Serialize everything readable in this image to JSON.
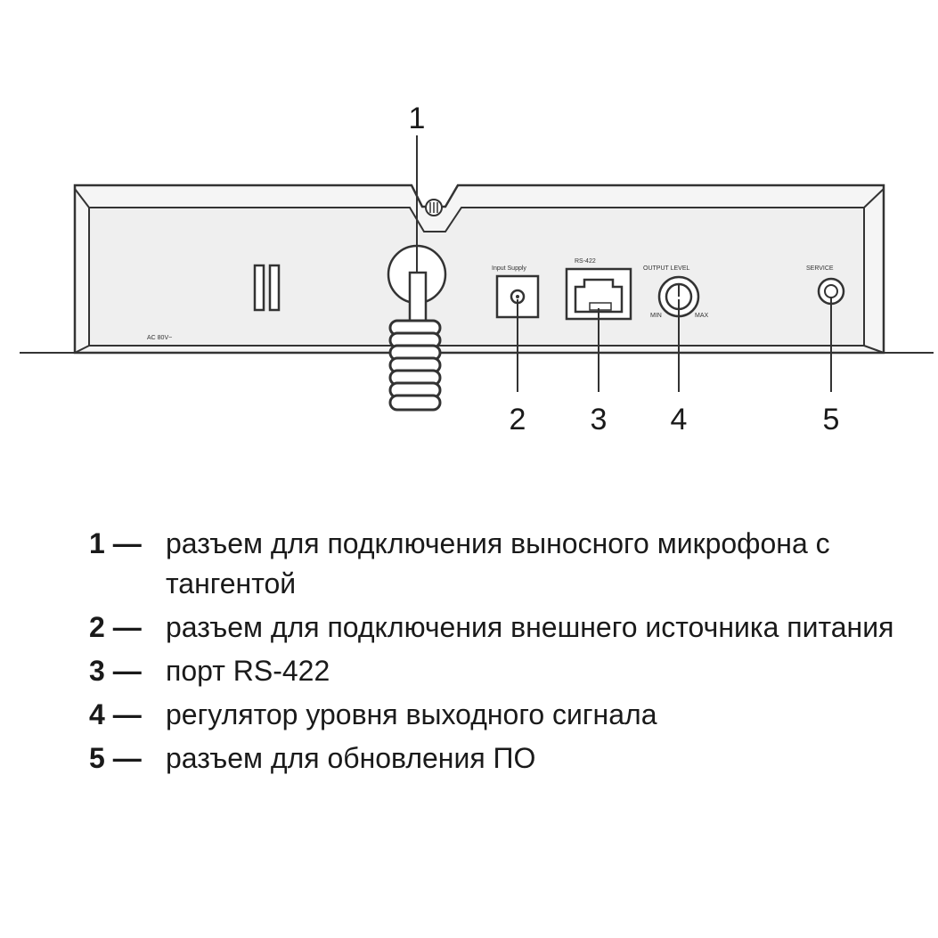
{
  "callouts": {
    "c1": "1",
    "c2": "2",
    "c3": "3",
    "c4": "4",
    "c5": "5"
  },
  "panel_labels": {
    "power_label": "AC 80V~",
    "jack2_label": "Input  Supply",
    "rj45_label": "RS-422",
    "knob_label": "OUTPUT LEVEL",
    "knob_min": "MIN",
    "knob_max": "MAX",
    "jack5_label": "SERVICE"
  },
  "legend": {
    "items": [
      {
        "num": "1 —",
        "text": "разъем для подключения выносного микрофона с тангентой"
      },
      {
        "num": "2 —",
        "text": "разъем для подключения внешнего источника питания"
      },
      {
        "num": "3 —",
        "text": "порт RS-422"
      },
      {
        "num": "4 —",
        "text": "регулятор уровня выходного сигнала"
      },
      {
        "num": "5 —",
        "text": "разъем для обновления ПО"
      }
    ]
  },
  "colors": {
    "line": "#333333",
    "panel_fill": "#efefef",
    "text": "#1a1a1a"
  }
}
